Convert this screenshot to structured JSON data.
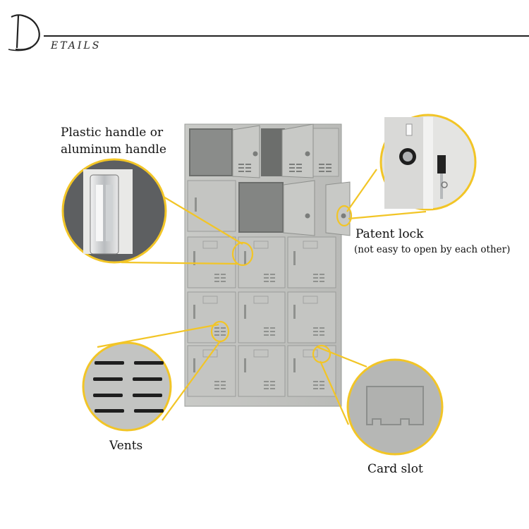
{
  "header": {
    "title": "ETAILS"
  },
  "callouts": {
    "handle": {
      "line1": "Plastic handle or",
      "line2": "aluminum handle"
    },
    "lock": {
      "title": "Patent lock",
      "note": "(not easy to open by each other)"
    },
    "vents": {
      "label": "Vents"
    },
    "card_slot": {
      "label": "Card slot"
    }
  },
  "colors": {
    "accent": "#f2c526",
    "cabinet": "#bfc0bd",
    "cabinet_dark": "#8f918e",
    "text": "#111111"
  },
  "icons": [
    "decorative-d-icon",
    "handle-zoom-icon",
    "lock-zoom-icon",
    "vents-zoom-icon",
    "card-slot-zoom-icon"
  ]
}
